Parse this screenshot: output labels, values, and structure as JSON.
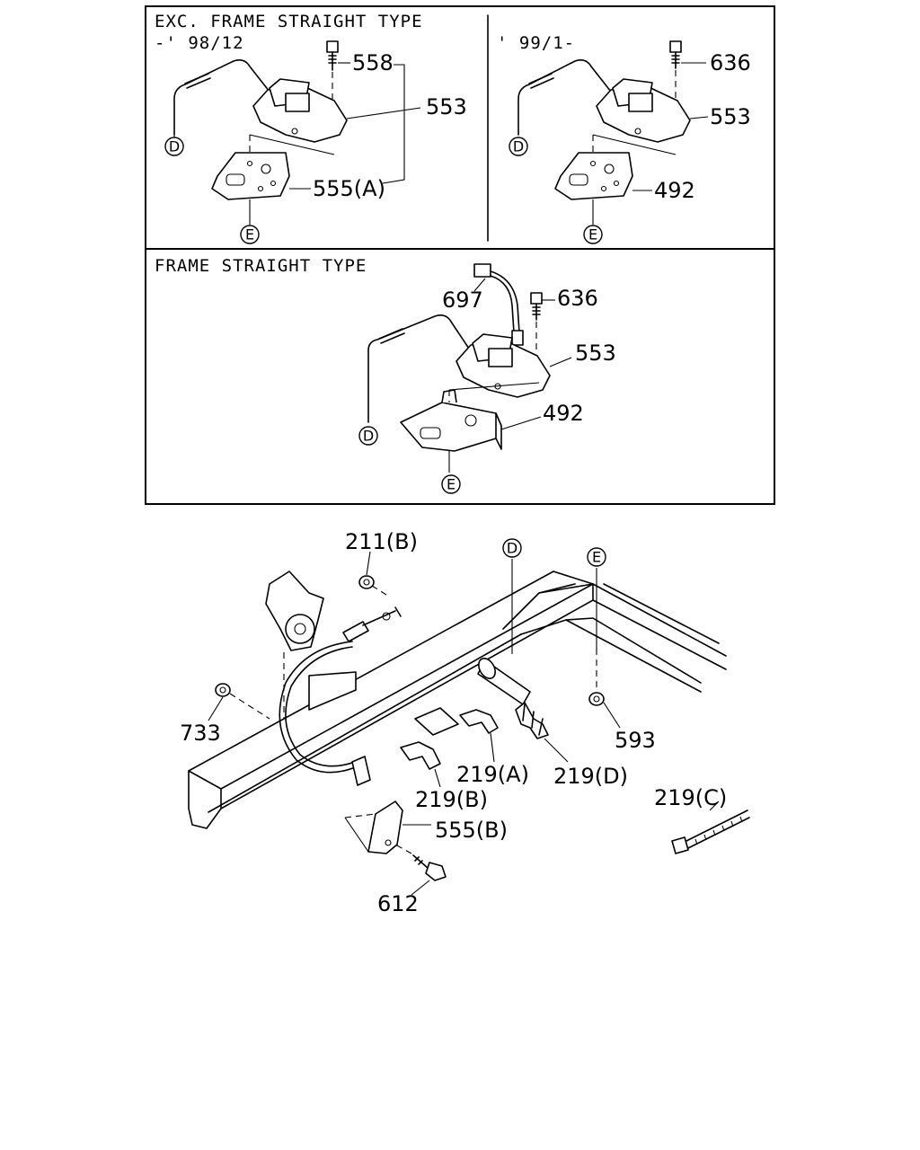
{
  "panels": {
    "top_left": {
      "heading_line1": "EXC. FRAME STRAIGHT TYPE",
      "heading_line2": "-' 98/12"
    },
    "top_right": {
      "heading": "' 99/1-"
    },
    "middle": {
      "heading": "FRAME STRAIGHT TYPE"
    }
  },
  "callouts": {
    "tl_558": "558",
    "tl_553": "553",
    "tl_555a": "555(A)",
    "tl_d": "D",
    "tl_e": "E",
    "tr_636": "636",
    "tr_553": "553",
    "tr_492": "492",
    "tr_d": "D",
    "tr_e": "E",
    "m_697": "697",
    "m_636": "636",
    "m_553": "553",
    "m_492": "492",
    "m_d": "D",
    "m_e": "E",
    "b_211b": "211(B)",
    "b_d": "D",
    "b_e": "E",
    "b_733": "733",
    "b_593": "593",
    "b_219a": "219(A)",
    "b_219d": "219(D)",
    "b_219b": "219(B)",
    "b_219c": "219(C)",
    "b_555b": "555(B)",
    "b_612": "612"
  }
}
